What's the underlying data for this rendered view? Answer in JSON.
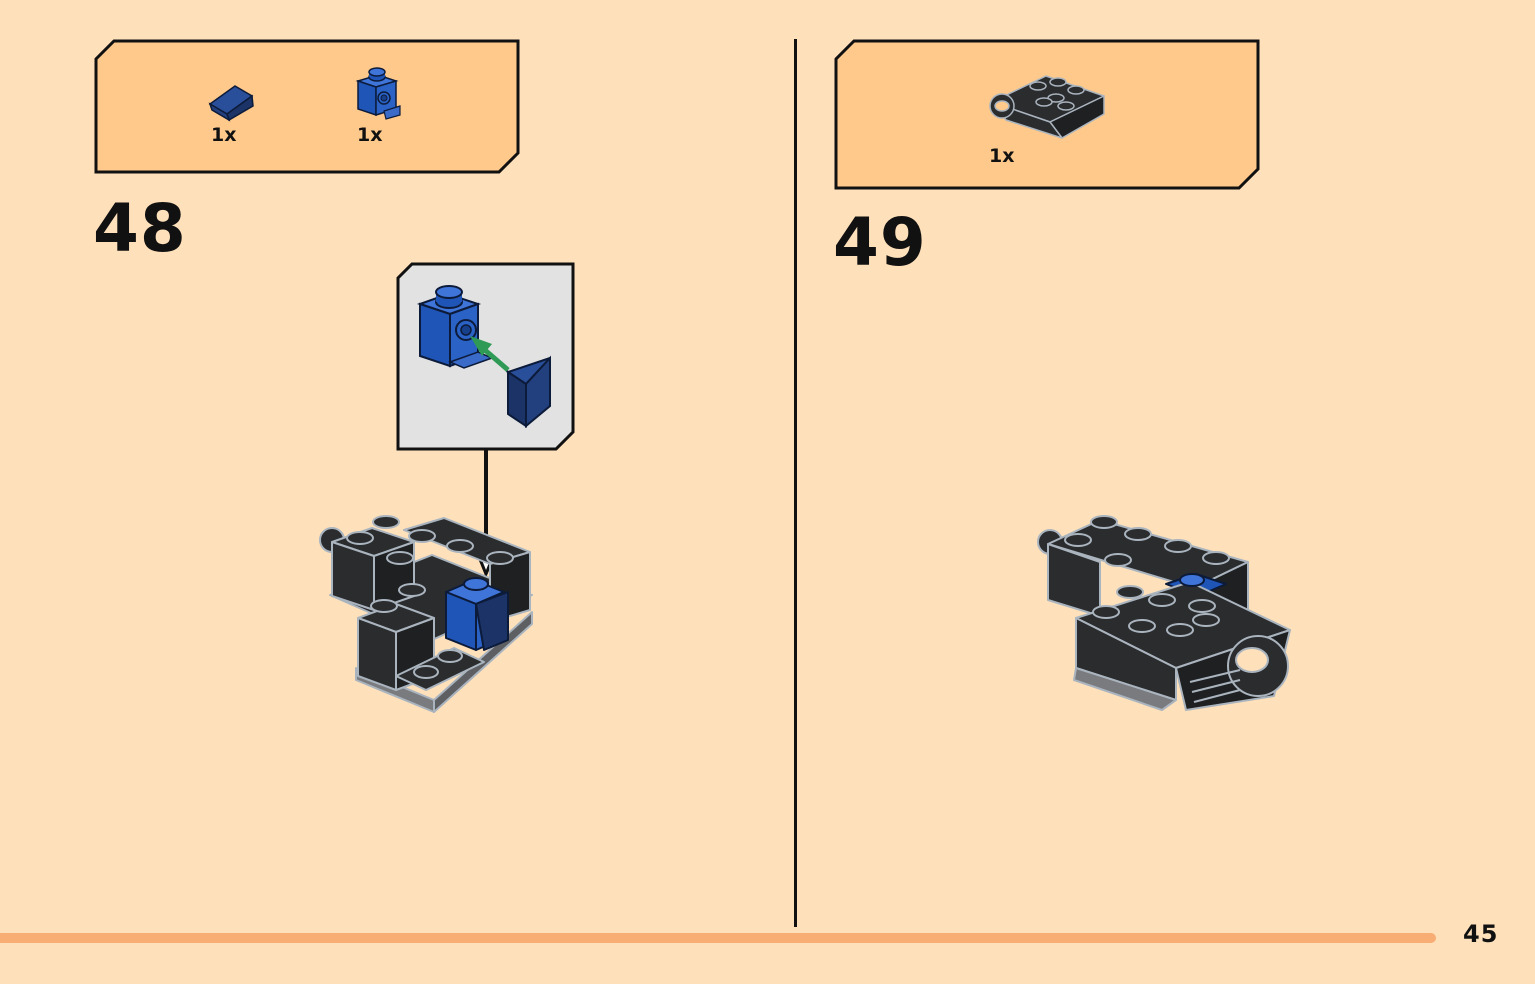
{
  "page": {
    "number": "45"
  },
  "steps": [
    {
      "number": "48",
      "parts": [
        {
          "icon": "blue-slope-brick-icon",
          "qty": "1x"
        },
        {
          "icon": "blue-headlight-brick-icon",
          "qty": "1x"
        }
      ]
    },
    {
      "number": "49",
      "parts": [
        {
          "icon": "dark-gray-ball-joint-brick-icon",
          "qty": "1x"
        }
      ]
    }
  ],
  "colors": {
    "background": "#fee1bb",
    "parts_box": "#fec98a",
    "footer_bar": "#f7ad74",
    "callout_bg": "#e2e2e2",
    "brick_dark": "#2b2c2e",
    "brick_blue": "#1f55b7",
    "arrow_green": "#2e9a55"
  }
}
